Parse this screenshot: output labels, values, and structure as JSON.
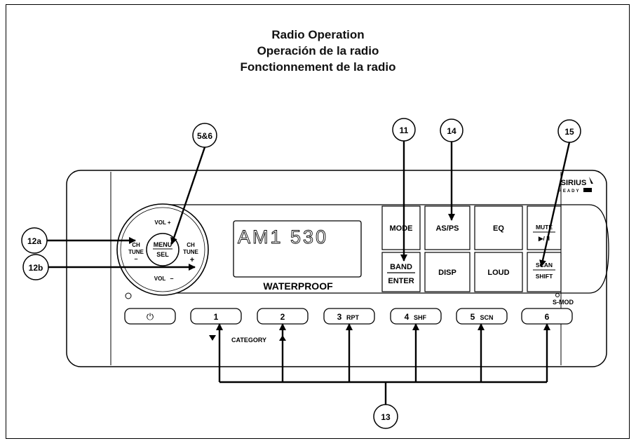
{
  "titles": {
    "line1": "Radio Operation",
    "line2": "Operación de la radio",
    "line3": "Fonctionnement de la radio"
  },
  "callouts": {
    "c56": "5&6",
    "c11": "11",
    "c14": "14",
    "c15": "15",
    "c12a": "12a",
    "c12b": "12b",
    "c13": "13"
  },
  "knob": {
    "vol_plus": "VOL +",
    "vol_minus": "VOL",
    "minus_sign": "–",
    "ch_left": "CH",
    "tune_left": "TUNE",
    "ch_right": "CH",
    "tune_right": "TUNE",
    "plus_sign": "+",
    "menu": "MENU",
    "sel": "SEL"
  },
  "display": {
    "readout": "AM1 530",
    "waterproof": "WATERPROOF"
  },
  "buttons": {
    "mode": "MODE",
    "asps": "AS/PS",
    "eq": "EQ",
    "mute": "MUTE",
    "play_pause": "▶/ II",
    "band": "BAND",
    "enter": "ENTER",
    "disp": "DISP",
    "loud": "LOUD",
    "scan": "SCAN",
    "shift": "SHIFT"
  },
  "logo": {
    "sirius": "SIRIUS",
    "ready": "READY"
  },
  "smod": "S-MOD",
  "presets": {
    "power_icon": "⏻",
    "p1": "1",
    "p2": "2",
    "p3_num": "3",
    "p3_txt": "RPT",
    "p4_num": "4",
    "p4_txt": "SHF",
    "p5_num": "5",
    "p5_txt": "SCN",
    "p6": "6",
    "category": "CATEGORY"
  }
}
